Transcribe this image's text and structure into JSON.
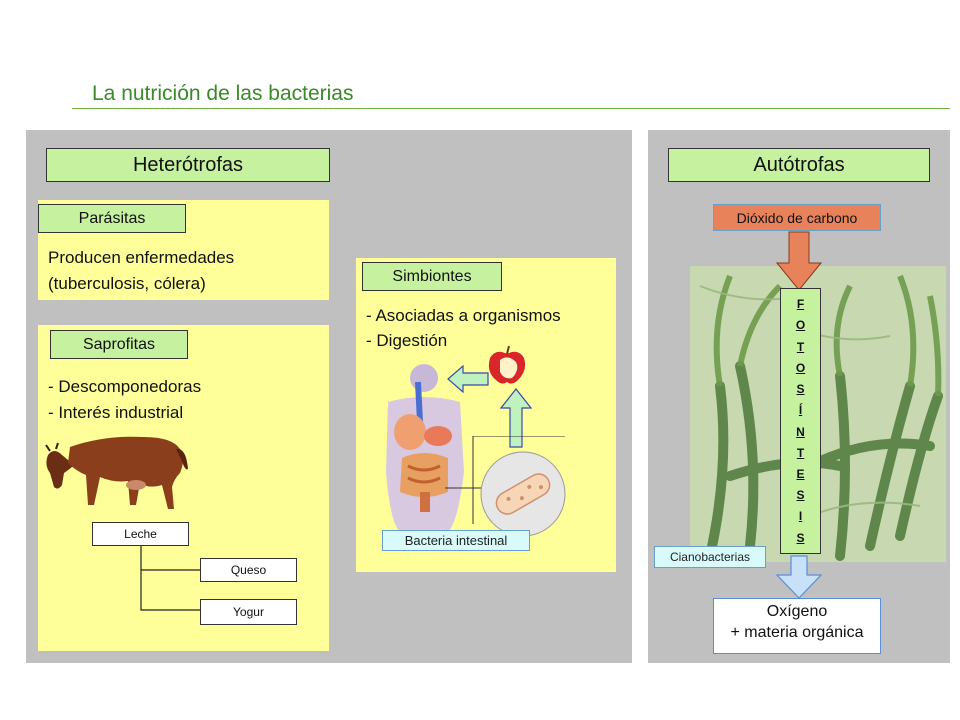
{
  "title": "La nutrición de las bacterias",
  "heterotrofas": {
    "header": "Heterótrofas",
    "parasitas": {
      "label": "Parásitas",
      "lines": [
        "Producen enfermedades",
        "(tuberculosis, cólera)"
      ]
    },
    "saprofitas": {
      "label": "Saprofitas",
      "lines": [
        "- Descomponedoras",
        "- Interés industrial"
      ],
      "tree": {
        "root": "Leche",
        "children": [
          "Queso",
          "Yogur"
        ]
      }
    },
    "simbiontes": {
      "label": "Simbiontes",
      "lines": [
        "- Asociadas a organismos",
        "- Digestión"
      ],
      "bacteria_label": "Bacteria intestinal"
    }
  },
  "autotrofas": {
    "header": "Autótrofas",
    "input": "Dióxido de carbono",
    "process_letters": [
      "F",
      "O",
      "T",
      "O",
      "S",
      "Í",
      "N",
      "T",
      "E",
      "S",
      "I",
      "S"
    ],
    "photo_label": "Cianobacterias",
    "output_lines": [
      "Oxígeno",
      "+ materia orgánica"
    ]
  },
  "colors": {
    "title": "#3a8a2a",
    "panel": "#c0c0c0",
    "header_green": "#c6f2a0",
    "note_yellow": "#ffff99",
    "co2_orange": "#e8825a",
    "arrow_red": "#e8825a",
    "arrow_blue": "#c8e0f8"
  }
}
